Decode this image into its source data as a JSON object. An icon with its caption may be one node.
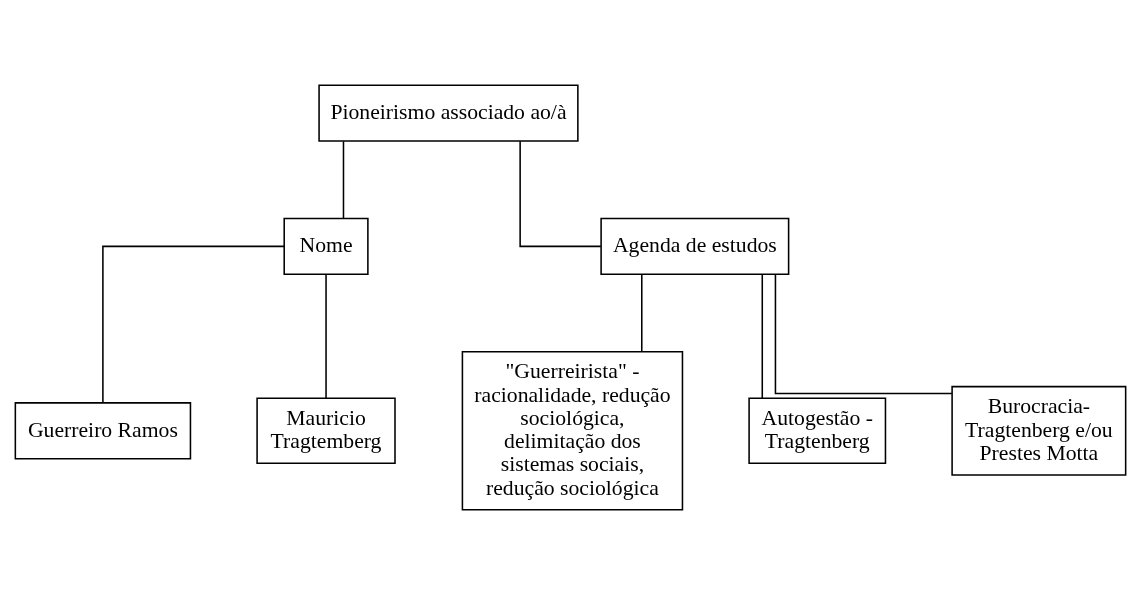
{
  "diagram": {
    "nodes": [
      {
        "text": [
          "Pioneirismo associado ao/à"
        ]
      },
      {
        "text": [
          "Nome"
        ]
      },
      {
        "text": [
          "Agenda de estudos"
        ]
      },
      {
        "text": [
          "Guerreiro Ramos"
        ]
      },
      {
        "text": [
          "Mauricio Tragtemberg"
        ]
      },
      {
        "text": [
          "\"Guerreirista\" - racionalidade, redução sociológica, delimitação dos sistemas sociais, redução sociológica"
        ]
      },
      {
        "text": [
          "Autogestão - Tragtenberg"
        ]
      },
      {
        "text": [
          "Burocracia- Tragtenberg e/ou Prestes Motta"
        ]
      }
    ],
    "edges": [
      {
        "from": 0,
        "to": 1,
        "arrow": "none"
      },
      {
        "from": 0,
        "to": 2,
        "arrow": "none"
      },
      {
        "from": 1,
        "to": 3,
        "arrow": "none"
      },
      {
        "from": 1,
        "to": 4,
        "arrow": "none"
      },
      {
        "from": 2,
        "to": 5,
        "arrow": "none"
      },
      {
        "from": 2,
        "to": 6,
        "arrow": "none"
      },
      {
        "from": 2,
        "to": 7,
        "arrow": "none"
      }
    ]
  }
}
